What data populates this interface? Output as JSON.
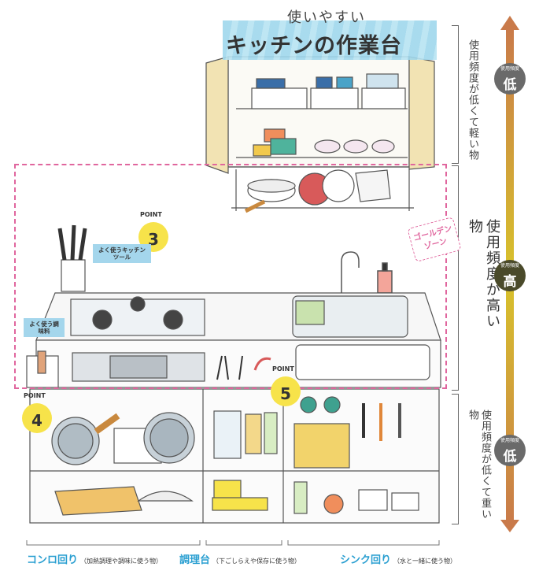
{
  "title": {
    "subtitle": "使いやすい",
    "main": "キッチンの作業台"
  },
  "zones": {
    "upper_note": "使用頻度が低くて軽い物",
    "middle_note": "使用頻度が高い物",
    "lower_note": "使用頻度が低くて重い物",
    "golden_zone": "ゴールデンゾーン"
  },
  "frequency_scale": {
    "caption": "使用頻度",
    "low_top": "低",
    "high": "高",
    "low_bottom": "低"
  },
  "points": [
    {
      "tag": "POINT",
      "number": "3",
      "callout": "よく使うキッチンツール"
    },
    {
      "tag": "POINT",
      "number": "4",
      "callout": "よく使う調味料"
    },
    {
      "tag": "POINT",
      "number": "5",
      "callout": ""
    }
  ],
  "bottom_labels": [
    {
      "label": "コンロ回り",
      "note": "（加熱調理や調味に使う物）"
    },
    {
      "label": "調理台",
      "note": "（下ごしらえや保存に使う物）"
    },
    {
      "label": "シンク回り",
      "note": "（水と一緒に使う物）"
    }
  ],
  "colors": {
    "accent_blue": "#2a9fd1",
    "golden_pink": "#e0669e",
    "point_yellow": "#f7e34a",
    "callout_blue": "#a4d6ec",
    "cabinet_wood": "#f2e3b3"
  }
}
